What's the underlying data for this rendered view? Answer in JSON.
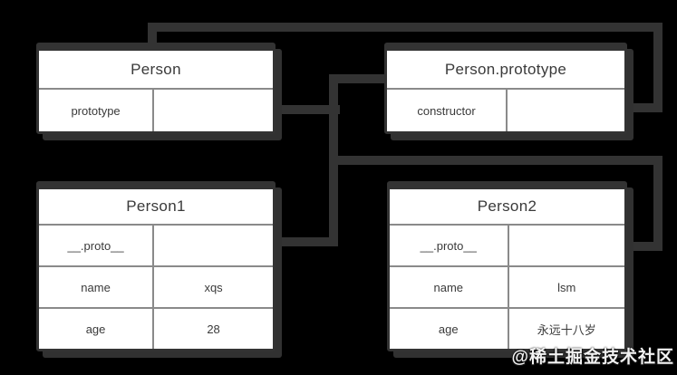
{
  "colors": {
    "background": "#000000",
    "connector": "#333333",
    "box_border": "#333333",
    "box_background": "#ffffff",
    "grid_line": "#8a8a8a",
    "text": "#3a3a3a",
    "watermark_text": "#f2f2f2"
  },
  "boxes": {
    "person": {
      "title": "Person",
      "rows": [
        {
          "key": "prototype",
          "value": ""
        }
      ]
    },
    "person_prototype": {
      "title": "Person.prototype",
      "rows": [
        {
          "key": "constructor",
          "value": ""
        }
      ]
    },
    "person1": {
      "title": "Person1",
      "rows": [
        {
          "key": "__.proto__",
          "value": ""
        },
        {
          "key": "name",
          "value": "xqs"
        },
        {
          "key": "age",
          "value": "28"
        }
      ]
    },
    "person2": {
      "title": "Person2",
      "rows": [
        {
          "key": "__.proto__",
          "value": ""
        },
        {
          "key": "name",
          "value": "lsm"
        },
        {
          "key": "age",
          "value": "永远十八岁"
        }
      ]
    }
  },
  "connections": [
    {
      "from": "Person.prototype property row",
      "to": "Person.prototype box"
    },
    {
      "from": "Person.prototype constructor row",
      "to": "Person box top"
    },
    {
      "from": "Person1 __.proto__ row",
      "to": "prototype chain line"
    },
    {
      "from": "Person2 __.proto__ row",
      "to": "prototype chain line"
    }
  ],
  "watermark": "@稀土掘金技术社区"
}
